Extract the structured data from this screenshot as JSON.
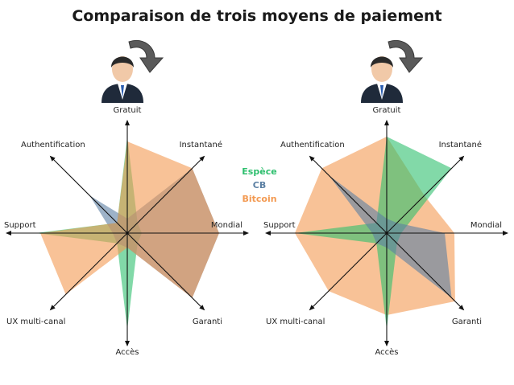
{
  "page_title": "Comparaison de trois moyens de paiement",
  "colors": {
    "Espèce": "#2ebf6e",
    "CB": "#5b7fa3",
    "Bitcoin": "#f39a52",
    "icon_arrow": "#5a5a5a"
  },
  "chart_data": [
    {
      "type": "radar",
      "axes": [
        "Gratuit",
        "Instantané",
        "Mondial",
        "Garanti",
        "Accès",
        "UX multi-canal",
        "Support",
        "Authentification"
      ],
      "series": [
        {
          "name": "Espèce",
          "values": [
            1.0,
            0.15,
            0.15,
            0.15,
            1.0,
            0.15,
            0.95,
            0.15
          ]
        },
        {
          "name": "CB",
          "values": [
            0.15,
            0.95,
            0.95,
            0.95,
            0.15,
            0.15,
            0.15,
            0.55
          ]
        },
        {
          "name": "Bitcoin",
          "values": [
            0.95,
            0.95,
            0.95,
            0.95,
            0.15,
            0.9,
            0.9,
            0.15
          ]
        }
      ]
    },
    {
      "type": "radar",
      "axes": [
        "Gratuit",
        "Instantané",
        "Mondial",
        "Garanti",
        "Accès",
        "UX multi-canal",
        "Support",
        "Authentification"
      ],
      "series": [
        {
          "name": "Bitcoin",
          "values": [
            1.0,
            0.55,
            0.7,
            1.0,
            0.85,
            0.85,
            0.95,
            0.95
          ]
        },
        {
          "name": "Espèce",
          "values": [
            1.0,
            0.95,
            0.15,
            0.15,
            1.0,
            0.15,
            0.95,
            0.15
          ]
        },
        {
          "name": "CB",
          "values": [
            0.15,
            0.15,
            0.6,
            0.95,
            0.15,
            0.15,
            0.15,
            0.85
          ]
        }
      ]
    }
  ],
  "legend": [
    "Espèce",
    "CB",
    "Bitcoin"
  ],
  "icons": [
    "businessman-icon",
    "businessman-icon"
  ]
}
